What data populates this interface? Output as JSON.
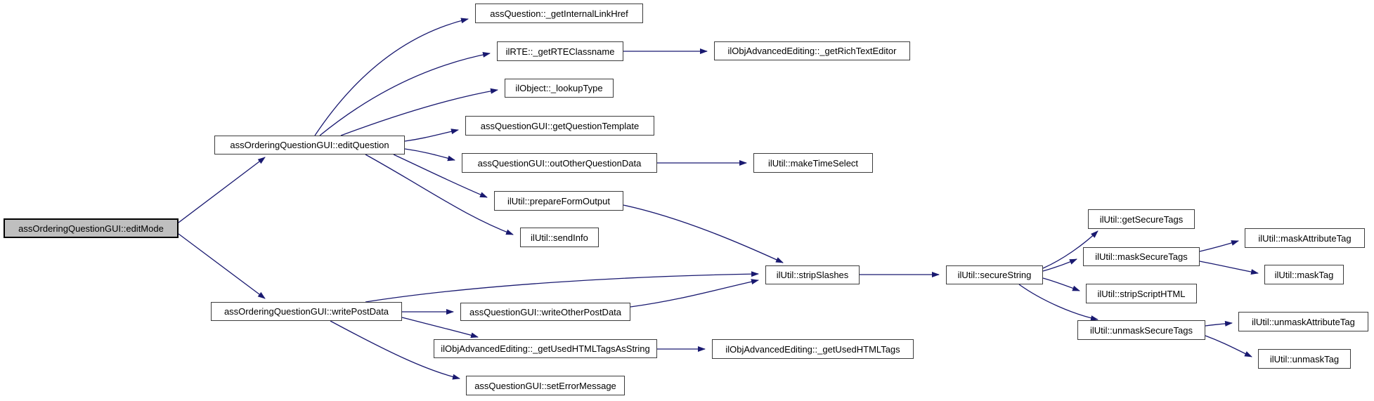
{
  "diagram": {
    "type": "call-graph",
    "root_function": "assOrderingQuestionGUI::editMode",
    "colors": {
      "edge": "#191970",
      "root_fill": "#bfbfbf",
      "node_fill": "#ffffff",
      "node_border": "#3c3c3c",
      "text": "#000000"
    },
    "nodes": [
      {
        "id": "editMode",
        "label": "assOrderingQuestionGUI::editMode"
      },
      {
        "id": "editQuestion",
        "label": "assOrderingQuestionGUI::editQuestion"
      },
      {
        "id": "getInternalLinkHref",
        "label": "assQuestion::_getInternalLinkHref"
      },
      {
        "id": "getRTEClassname",
        "label": "ilRTE::_getRTEClassname"
      },
      {
        "id": "getRichTextEditor",
        "label": "ilObjAdvancedEditing::_getRichTextEditor"
      },
      {
        "id": "lookupType",
        "label": "ilObject::_lookupType"
      },
      {
        "id": "getQuestionTemplate",
        "label": "assQuestionGUI::getQuestionTemplate"
      },
      {
        "id": "outOtherQuestionData",
        "label": "assQuestionGUI::outOtherQuestionData"
      },
      {
        "id": "makeTimeSelect",
        "label": "ilUtil::makeTimeSelect"
      },
      {
        "id": "prepareFormOutput",
        "label": "ilUtil::prepareFormOutput"
      },
      {
        "id": "sendInfo",
        "label": "ilUtil::sendInfo"
      },
      {
        "id": "writePostData",
        "label": "assOrderingQuestionGUI::writePostData"
      },
      {
        "id": "writeOtherPostData",
        "label": "assQuestionGUI::writeOtherPostData"
      },
      {
        "id": "getUsedHTMLTagsAsString",
        "label": "ilObjAdvancedEditing::_getUsedHTMLTagsAsString"
      },
      {
        "id": "getUsedHTMLTags",
        "label": "ilObjAdvancedEditing::_getUsedHTMLTags"
      },
      {
        "id": "setErrorMessage",
        "label": "assQuestionGUI::setErrorMessage"
      },
      {
        "id": "stripSlashes",
        "label": "ilUtil::stripSlashes"
      },
      {
        "id": "secureString",
        "label": "ilUtil::secureString"
      },
      {
        "id": "getSecureTags",
        "label": "ilUtil::getSecureTags"
      },
      {
        "id": "maskSecureTags",
        "label": "ilUtil::maskSecureTags"
      },
      {
        "id": "maskAttributeTag",
        "label": "ilUtil::maskAttributeTag"
      },
      {
        "id": "maskTag",
        "label": "ilUtil::maskTag"
      },
      {
        "id": "stripScriptHTML",
        "label": "ilUtil::stripScriptHTML"
      },
      {
        "id": "unmaskSecureTags",
        "label": "ilUtil::unmaskSecureTags"
      },
      {
        "id": "unmaskAttributeTag",
        "label": "ilUtil::unmaskAttributeTag"
      },
      {
        "id": "unmaskTag",
        "label": "ilUtil::unmaskTag"
      }
    ],
    "edges": [
      {
        "from": "editMode",
        "to": "editQuestion"
      },
      {
        "from": "editMode",
        "to": "writePostData"
      },
      {
        "from": "editQuestion",
        "to": "getInternalLinkHref"
      },
      {
        "from": "editQuestion",
        "to": "getRTEClassname"
      },
      {
        "from": "editQuestion",
        "to": "lookupType"
      },
      {
        "from": "editQuestion",
        "to": "getQuestionTemplate"
      },
      {
        "from": "editQuestion",
        "to": "outOtherQuestionData"
      },
      {
        "from": "editQuestion",
        "to": "prepareFormOutput"
      },
      {
        "from": "editQuestion",
        "to": "sendInfo"
      },
      {
        "from": "getRTEClassname",
        "to": "getRichTextEditor"
      },
      {
        "from": "outOtherQuestionData",
        "to": "makeTimeSelect"
      },
      {
        "from": "prepareFormOutput",
        "to": "stripSlashes"
      },
      {
        "from": "writePostData",
        "to": "stripSlashes"
      },
      {
        "from": "writePostData",
        "to": "writeOtherPostData"
      },
      {
        "from": "writePostData",
        "to": "getUsedHTMLTagsAsString"
      },
      {
        "from": "writePostData",
        "to": "setErrorMessage"
      },
      {
        "from": "writeOtherPostData",
        "to": "stripSlashes"
      },
      {
        "from": "getUsedHTMLTagsAsString",
        "to": "getUsedHTMLTags"
      },
      {
        "from": "stripSlashes",
        "to": "secureString"
      },
      {
        "from": "secureString",
        "to": "getSecureTags"
      },
      {
        "from": "secureString",
        "to": "maskSecureTags"
      },
      {
        "from": "secureString",
        "to": "stripScriptHTML"
      },
      {
        "from": "secureString",
        "to": "unmaskSecureTags"
      },
      {
        "from": "maskSecureTags",
        "to": "maskAttributeTag"
      },
      {
        "from": "maskSecureTags",
        "to": "maskTag"
      },
      {
        "from": "unmaskSecureTags",
        "to": "unmaskAttributeTag"
      },
      {
        "from": "unmaskSecureTags",
        "to": "unmaskTag"
      }
    ]
  }
}
